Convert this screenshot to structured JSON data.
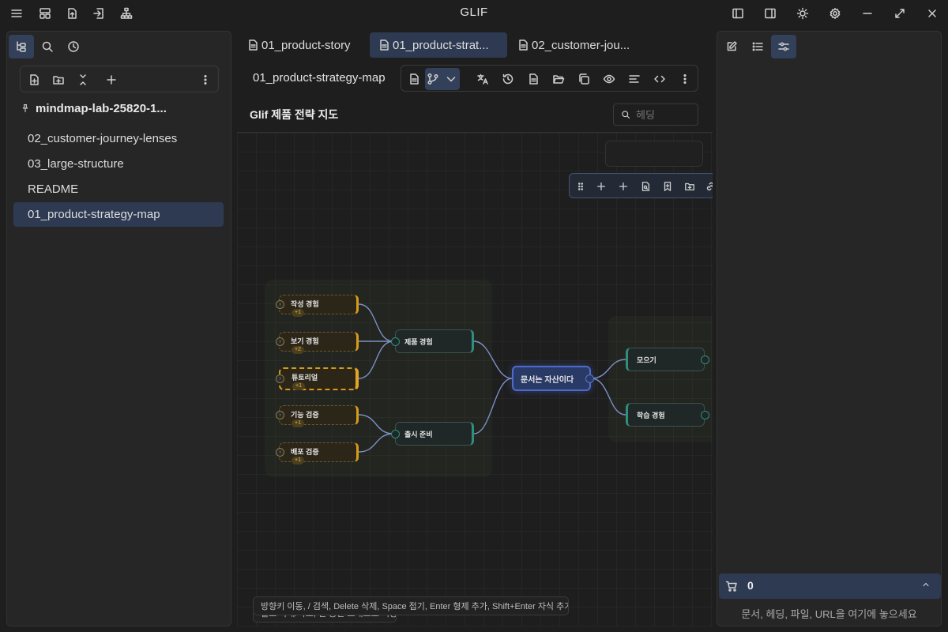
{
  "app": {
    "title": "GLIF"
  },
  "left_sidebar": {
    "vault_name": "mindmap-lab-25820-1...",
    "files": [
      {
        "label": "02_customer-journey-lenses"
      },
      {
        "label": "03_large-structure"
      },
      {
        "label": "README"
      },
      {
        "label": "01_product-strategy-map"
      }
    ]
  },
  "tabs": [
    {
      "label": "01_product-story"
    },
    {
      "label": "01_product-strat..."
    },
    {
      "label": "02_customer-jou..."
    }
  ],
  "document": {
    "title": "01_product-strategy-map",
    "heading": "Glif 제품 전략 지도",
    "heading_search_placeholder": "헤딩"
  },
  "mindmap": {
    "root": "문서는 자산이다",
    "branches": [
      {
        "label": "제품 경험"
      },
      {
        "label": "출시 준비"
      },
      {
        "label": "모으기"
      },
      {
        "label": "학습 경험"
      }
    ],
    "leaves": [
      {
        "label": "작성 경험",
        "badge": "+1"
      },
      {
        "label": "보기 경험",
        "badge": "+2"
      },
      {
        "label": "튜토리얼",
        "badge": "+1"
      },
      {
        "label": "기능 검증",
        "badge": "+1"
      },
      {
        "label": "배포 검증",
        "badge": "+1"
      }
    ]
  },
  "hints": [
    "휠로 확대/축소, 빈 공간 드래그로 이동",
    "방향키 이동, / 검색, Delete 삭제, Space 접기, Enter 형제 추가, Shift+Enter 자식 추가, T"
  ],
  "right_panel": {
    "cart_count": "0",
    "drop_zone_text": "문서, 헤딩, 파일, URL을 여기에 놓으세요"
  },
  "colors": {
    "accent": "#2e3a52",
    "root_node": "#4d6acc",
    "branch_edge": "#2f8f7c",
    "leaf_edge": "#d69a1c"
  }
}
